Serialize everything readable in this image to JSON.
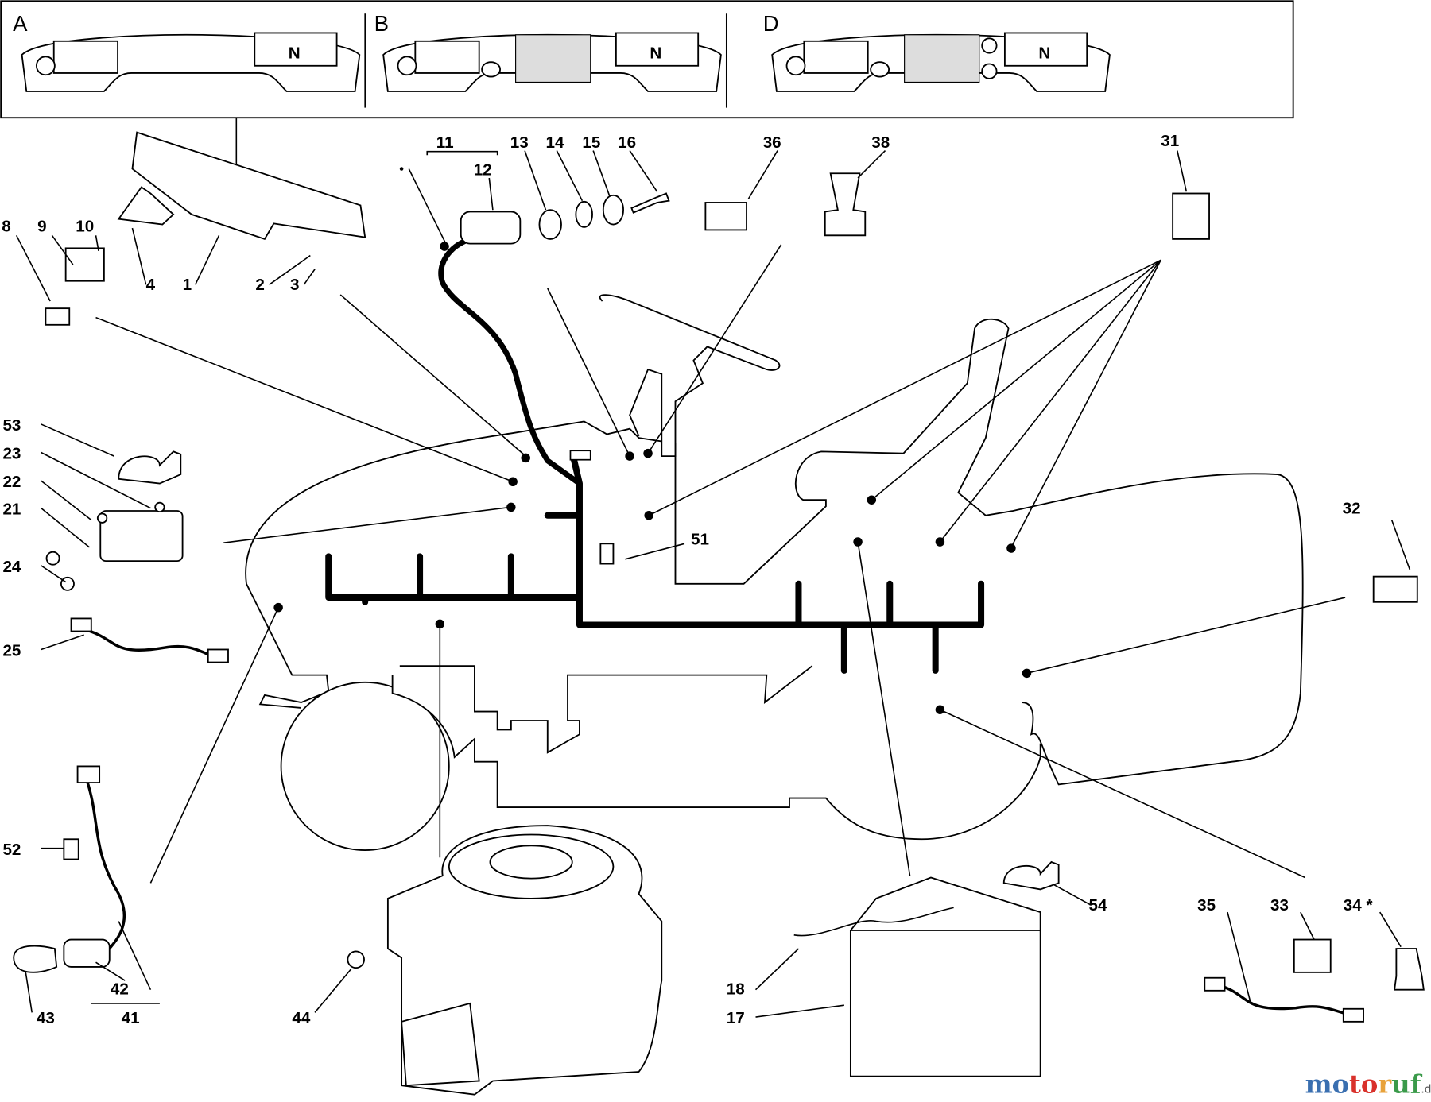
{
  "panels": [
    {
      "letter": "A",
      "buttons": [
        "N"
      ]
    },
    {
      "letter": "B",
      "buttons": [
        "N"
      ]
    },
    {
      "letter": "D",
      "buttons": [
        "N"
      ]
    }
  ],
  "callouts": [
    "11",
    "12",
    "13",
    "14",
    "15",
    "16",
    "36",
    "38",
    "31",
    "8",
    "9",
    "10",
    "4",
    "1",
    "2",
    "3",
    "53",
    "23",
    "22",
    "21",
    "24",
    "25",
    "51",
    "32",
    "52",
    "42",
    "43",
    "41",
    "44",
    "18",
    "17",
    "54",
    "35",
    "33",
    "34 *"
  ],
  "watermark": {
    "text": "motoruf",
    "suffix": ".de",
    "colors": [
      "#3a6fb0",
      "#d9312b",
      "#e8a23a",
      "#3a9a4a"
    ]
  }
}
